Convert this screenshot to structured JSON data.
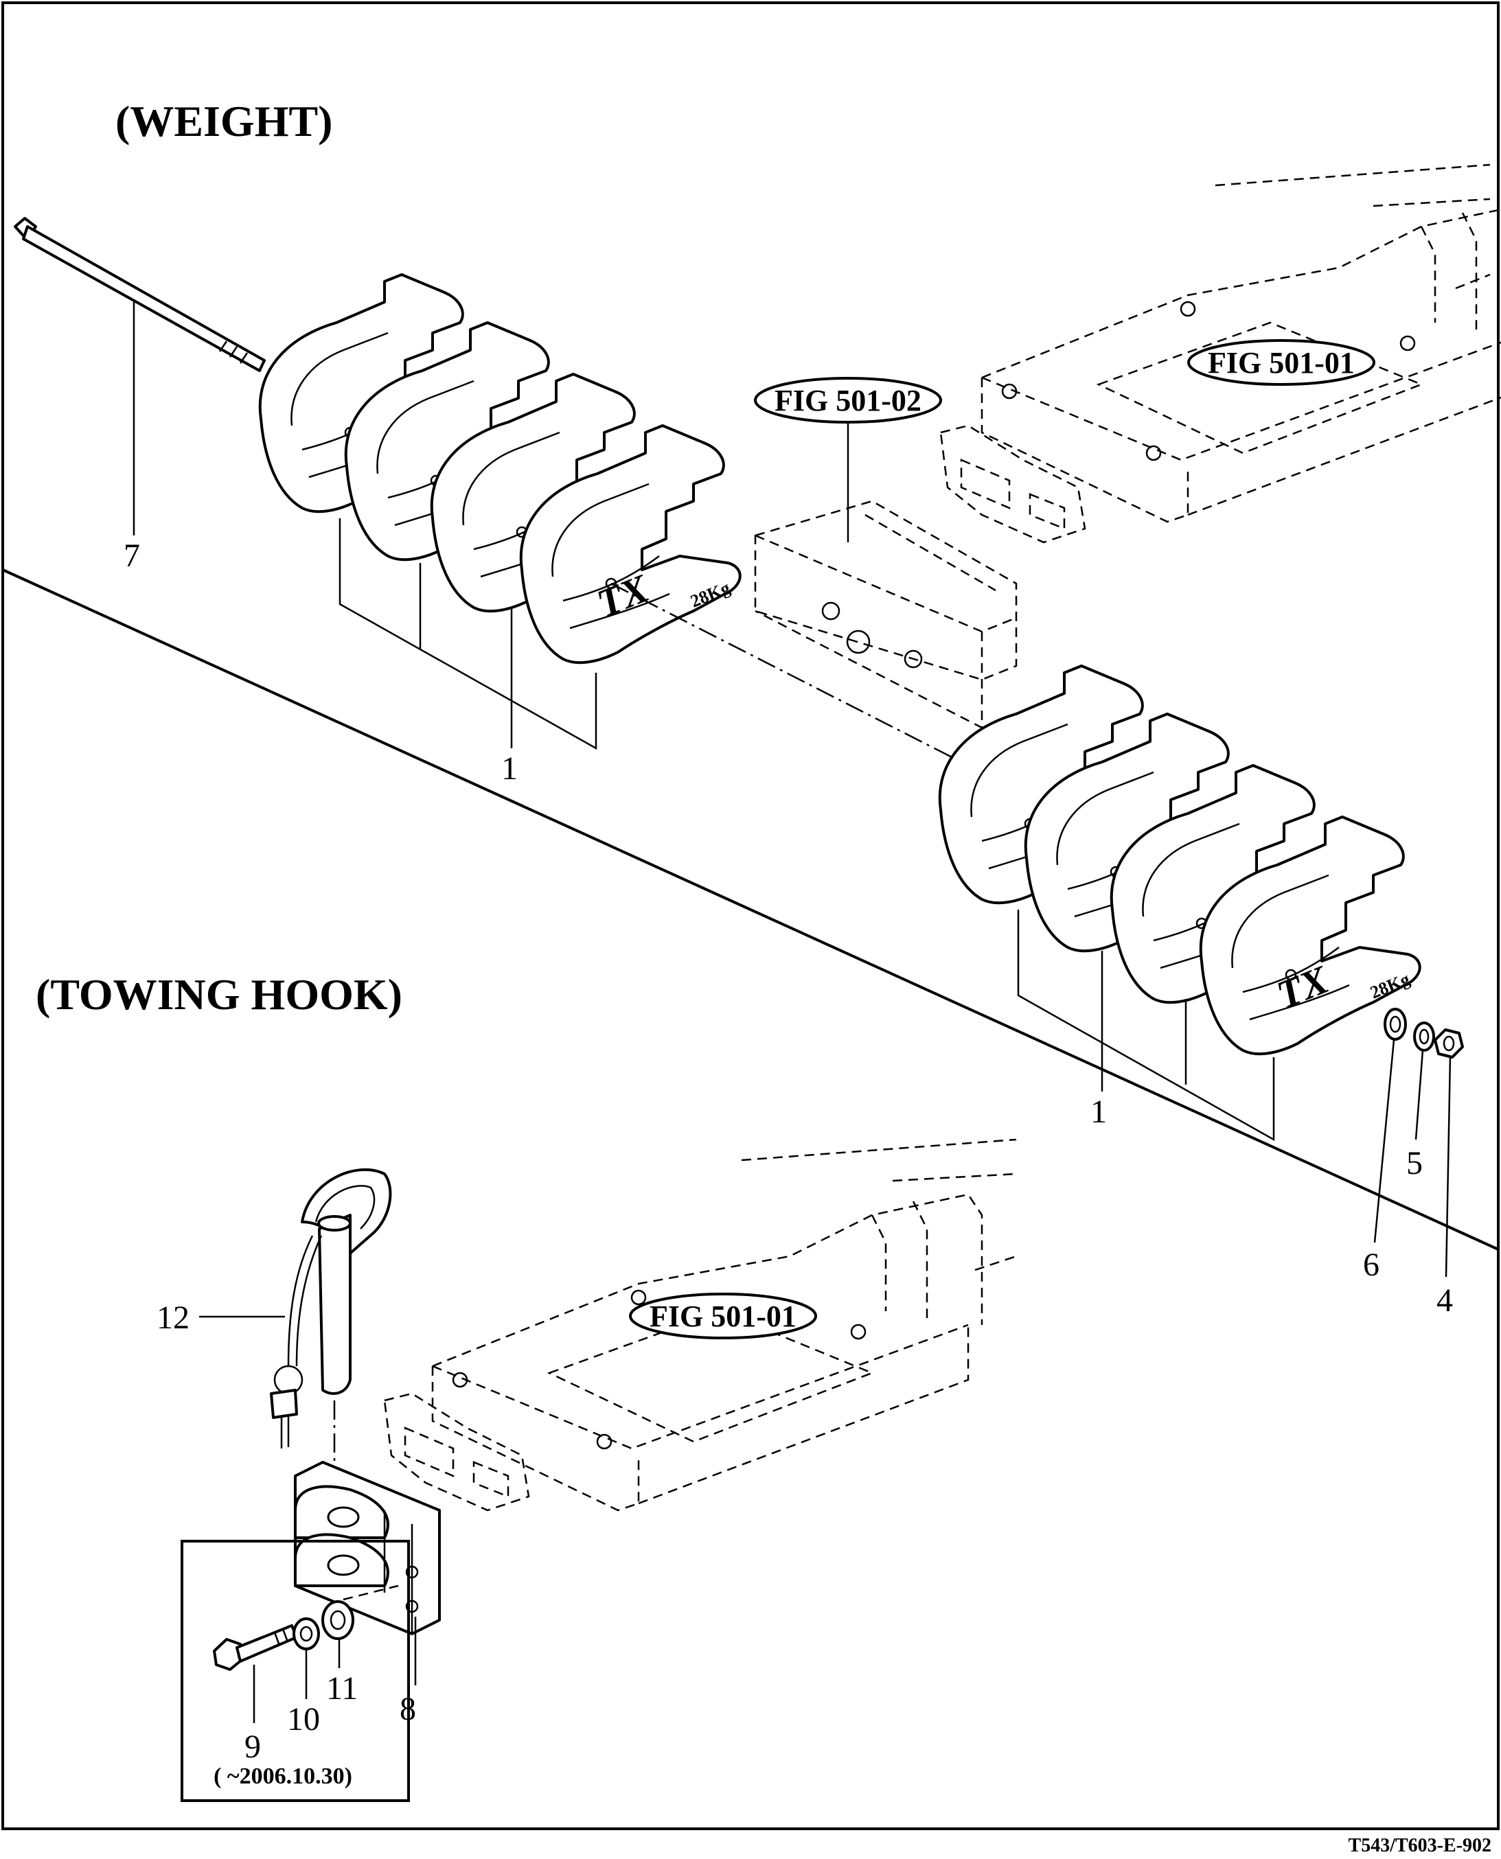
{
  "sections": {
    "weight_title": "(WEIGHT)",
    "towing_title": "(TOWING HOOK)"
  },
  "figure_refs": {
    "weight_frame": "FIG 501-01",
    "weight_bracket": "FIG 501-02",
    "towing_frame": "FIG 501-01"
  },
  "weight_brand": {
    "logo": "TX",
    "mass": "28Kg"
  },
  "part_numbers": {
    "p1_upper": "1",
    "p1_lower": "1",
    "p4": "4",
    "p5": "5",
    "p6": "6",
    "p7": "7",
    "p8": "8",
    "p9": "9",
    "p10": "10",
    "p11": "11",
    "p12": "12"
  },
  "inset_note": "( ~2006.10.30)",
  "drawing_code": "T543/T603-E-902"
}
